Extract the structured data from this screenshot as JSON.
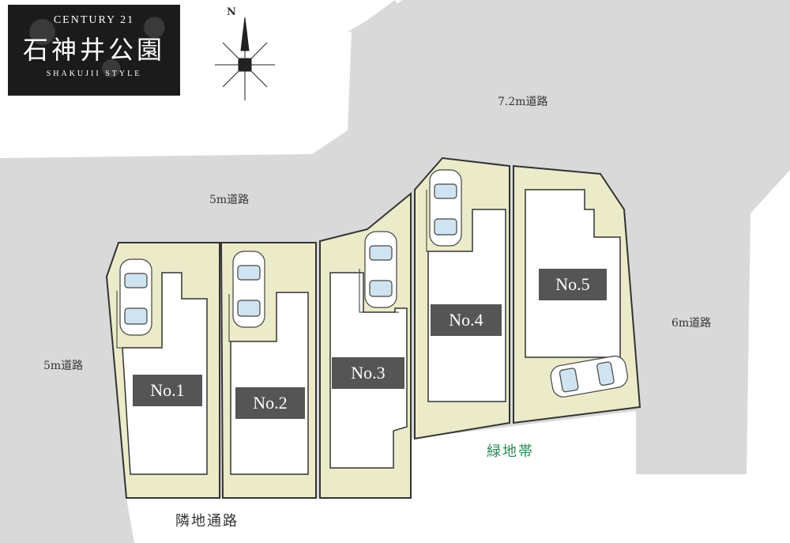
{
  "logo": {
    "brand": "CENTURY 21",
    "name": "石神井公園",
    "subtitle": "SHAKUJII STYLE"
  },
  "compass": {
    "north": "N"
  },
  "roads": {
    "north": "7.2m道路",
    "middle": "5m道路",
    "west": "5m道路",
    "east": "6m道路",
    "south": "隣地通路"
  },
  "green_belt": "緑地帯",
  "lots": [
    {
      "id": "No.1"
    },
    {
      "id": "No.2"
    },
    {
      "id": "No.3"
    },
    {
      "id": "No.4"
    },
    {
      "id": "No.5"
    }
  ],
  "colors": {
    "road": "#d9d9d9",
    "lot": "#ebebc9",
    "building": "#ffffff",
    "lot_label": "#555555",
    "green_label": "#2e8b57"
  }
}
